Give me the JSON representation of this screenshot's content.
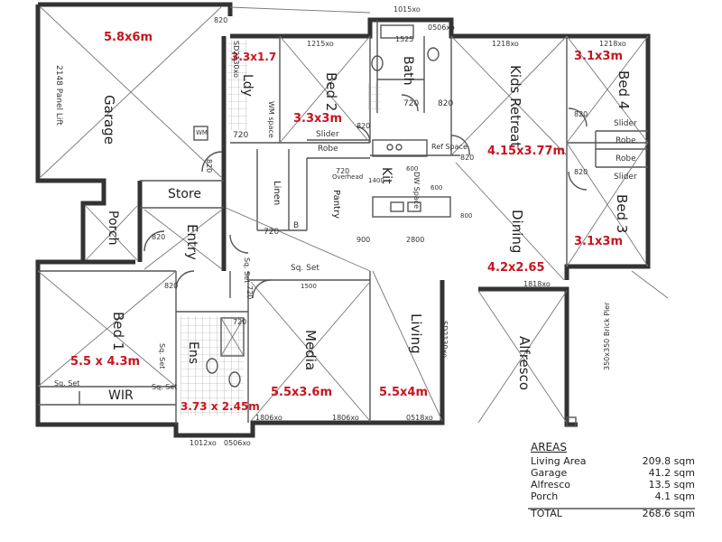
{
  "colors": {
    "wall": "#333333",
    "dimension_red": "#c8141e",
    "background": "#ffffff"
  },
  "rooms": {
    "garage": "Garage",
    "laundry": "Ldy",
    "bed2": "Bed 2",
    "bath": "Bath",
    "kids_retreat": "Kids Retreat",
    "bed4": "Bed 4",
    "store": "Store",
    "porch": "Porch",
    "entry": "Entry",
    "linen": "Linen",
    "pantry": "Pantry",
    "kit": "Kit",
    "dining": "Dining",
    "bed3": "Bed 3",
    "bed1": "Bed 1",
    "wir": "WIR",
    "ens": "Ens",
    "media": "Media",
    "living": "Living",
    "alfresco": "Alfresco"
  },
  "dimensions": {
    "garage": "5.8x6m",
    "laundry": "3.3x1.7",
    "bed2": "3.3x3m",
    "bed4": "3.1x3m",
    "kids_retreat": "4.15x3.77m",
    "bed3": "3.1x3m",
    "dining": "4.2x2.65",
    "bed1": "5.5 x 4.3m",
    "ens": "3.73 x 2.45m",
    "media": "5.5x3.6m",
    "living": "5.5x4m"
  },
  "labels": {
    "panel_lift": "2148 Panel Lift",
    "wm": "WM",
    "wm_space": "WM space",
    "robe": "Robe",
    "slider": "Slider",
    "sq_set": "Sq. Set",
    "ref_space": "Ref Space",
    "overhead": "Overhead",
    "dw_space": "DW Space",
    "brick_pier": "350x350 Brick Pier",
    "b": "B",
    "door_720": "720",
    "door_820": "820",
    "w_1215": "1215xo",
    "w_1218": "1218xo",
    "w_1218b": "1218xo",
    "w_1816": "1818xo",
    "w_1806": "1806xo",
    "w_1806b": "1806xo",
    "w_0518": "0518xo",
    "w_1012": "1012xo",
    "w_0506": "0506xo",
    "w_1525": "1525",
    "w_1015": "1015xo",
    "w_0506b": "0506xo",
    "w_sd2130": "SD2130xo",
    "w_sd2130b": "SD2130xo",
    "dim_900": "900",
    "dim_2800": "2800",
    "dim_1500": "1500",
    "dim_600": "600",
    "dim_600b": "600",
    "dim_1400": "1400",
    "dim_800": "800"
  },
  "areas": {
    "heading": "AREAS",
    "rows": [
      {
        "label": "Living Area",
        "value": "209.8 sqm"
      },
      {
        "label": "Garage",
        "value": "41.2 sqm"
      },
      {
        "label": "Alfresco",
        "value": "13.5 sqm"
      },
      {
        "label": "Porch",
        "value": "4.1 sqm"
      }
    ],
    "total_label": "TOTAL",
    "total_value": "268.6 sqm"
  }
}
